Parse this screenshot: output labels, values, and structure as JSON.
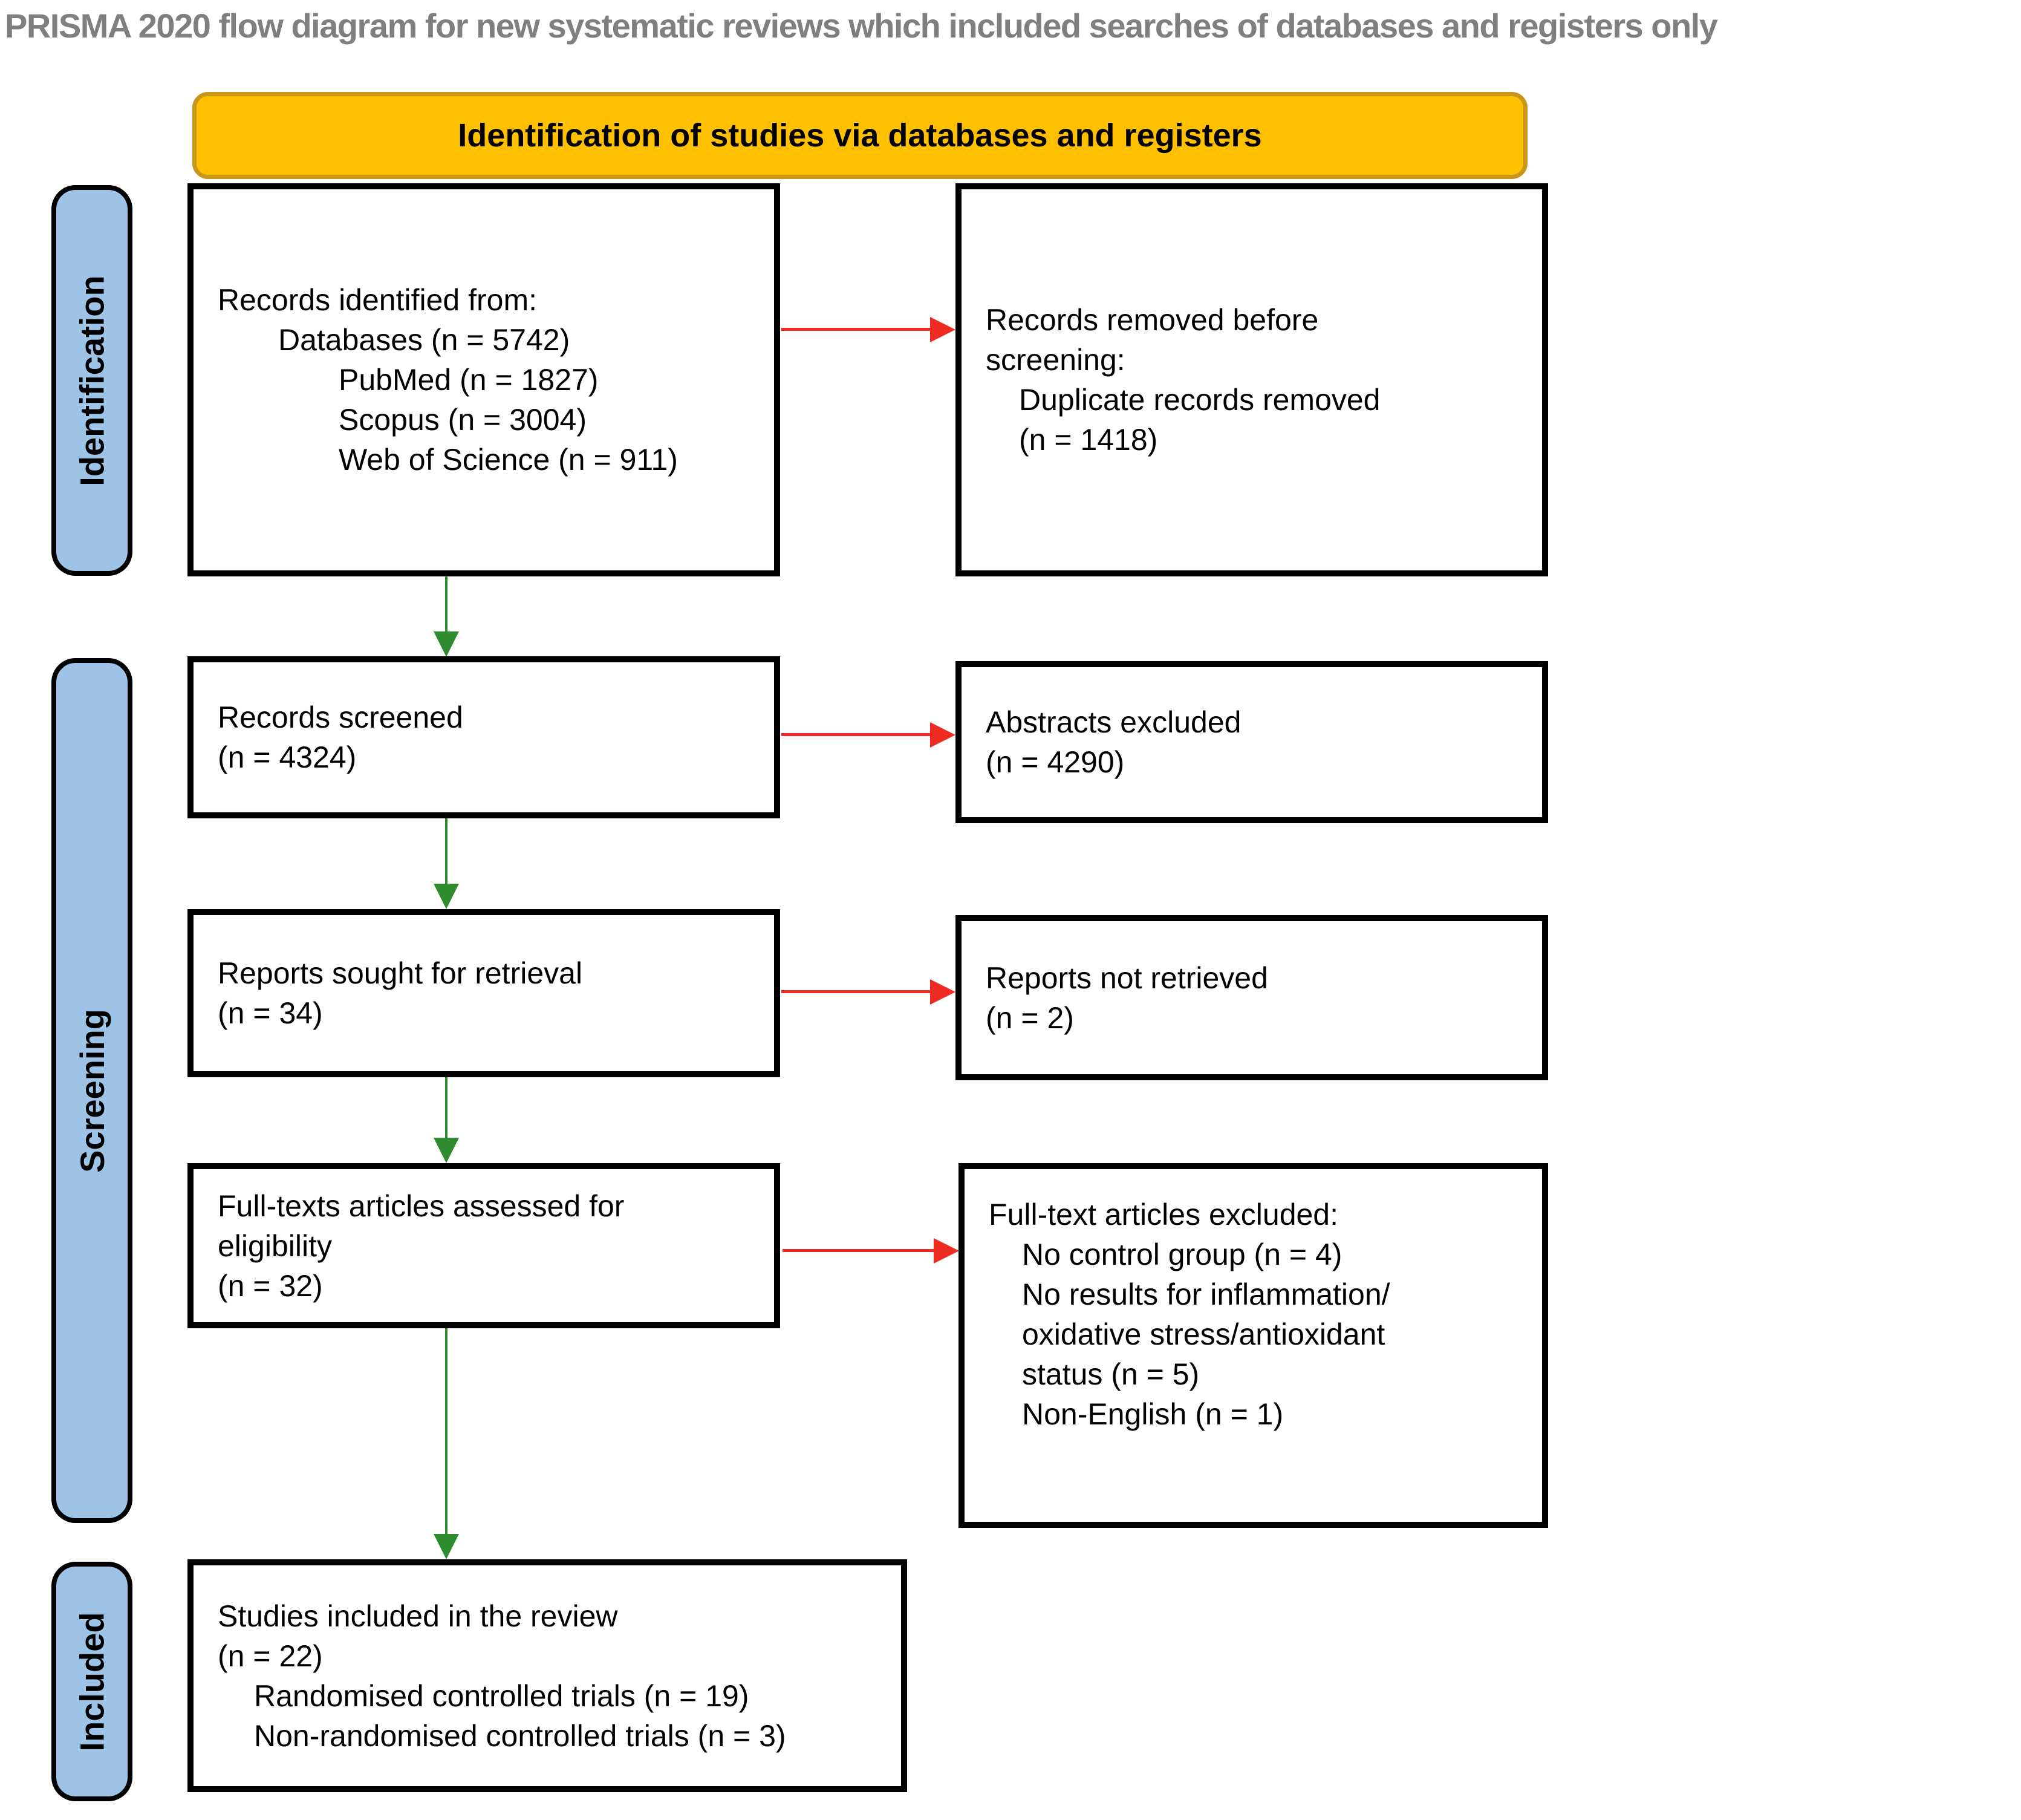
{
  "title": "PRISMA 2020 flow diagram for new systematic reviews which included searches of databases and registers only",
  "banner": "Identification of studies via databases and registers",
  "stages": {
    "identification": "Identification",
    "screening": "Screening",
    "included": "Included"
  },
  "boxes": {
    "records_identified": {
      "lines": [
        "Records identified from:",
        "Databases (n = 5742)",
        "PubMed (n = 1827)",
        "Scopus (n = 3004)",
        "Web of Science (n = 911)"
      ]
    },
    "records_removed": {
      "lines": [
        "Records removed before",
        "screening:",
        "Duplicate records removed",
        "(n = 1418)"
      ]
    },
    "records_screened": {
      "lines": [
        "Records screened",
        "(n = 4324)"
      ]
    },
    "abstracts_excluded": {
      "lines": [
        "Abstracts excluded",
        "(n = 4290)"
      ]
    },
    "reports_sought": {
      "lines": [
        "Reports sought for retrieval",
        "(n = 34)"
      ]
    },
    "reports_not_retrieved": {
      "lines": [
        "Reports not retrieved",
        "(n = 2)"
      ]
    },
    "fulltext_assessed": {
      "lines": [
        "Full-texts articles assessed for",
        "eligibility",
        "(n = 32)"
      ]
    },
    "fulltext_excluded": {
      "lines": [
        "Full-text articles excluded:",
        "No control group (n = 4)",
        "No results for inflammation/",
        "oxidative stress/antioxidant",
        "status (n = 5)",
        "Non-English (n = 1)"
      ]
    },
    "studies_included": {
      "lines": [
        "Studies included in the review",
        "(n = 22)",
        "Randomised controlled trials (n = 19)",
        "Non-randomised controlled trials (n = 3)"
      ]
    }
  },
  "colors": {
    "title_color": "#7F7F7F",
    "banner_fill": "#FFC000",
    "banner_border": "#C9971C",
    "stage_fill": "#9DC3E6",
    "box_border": "#000000",
    "green_arrow": "#2E8B2E",
    "red_arrow": "#EE2C24"
  }
}
